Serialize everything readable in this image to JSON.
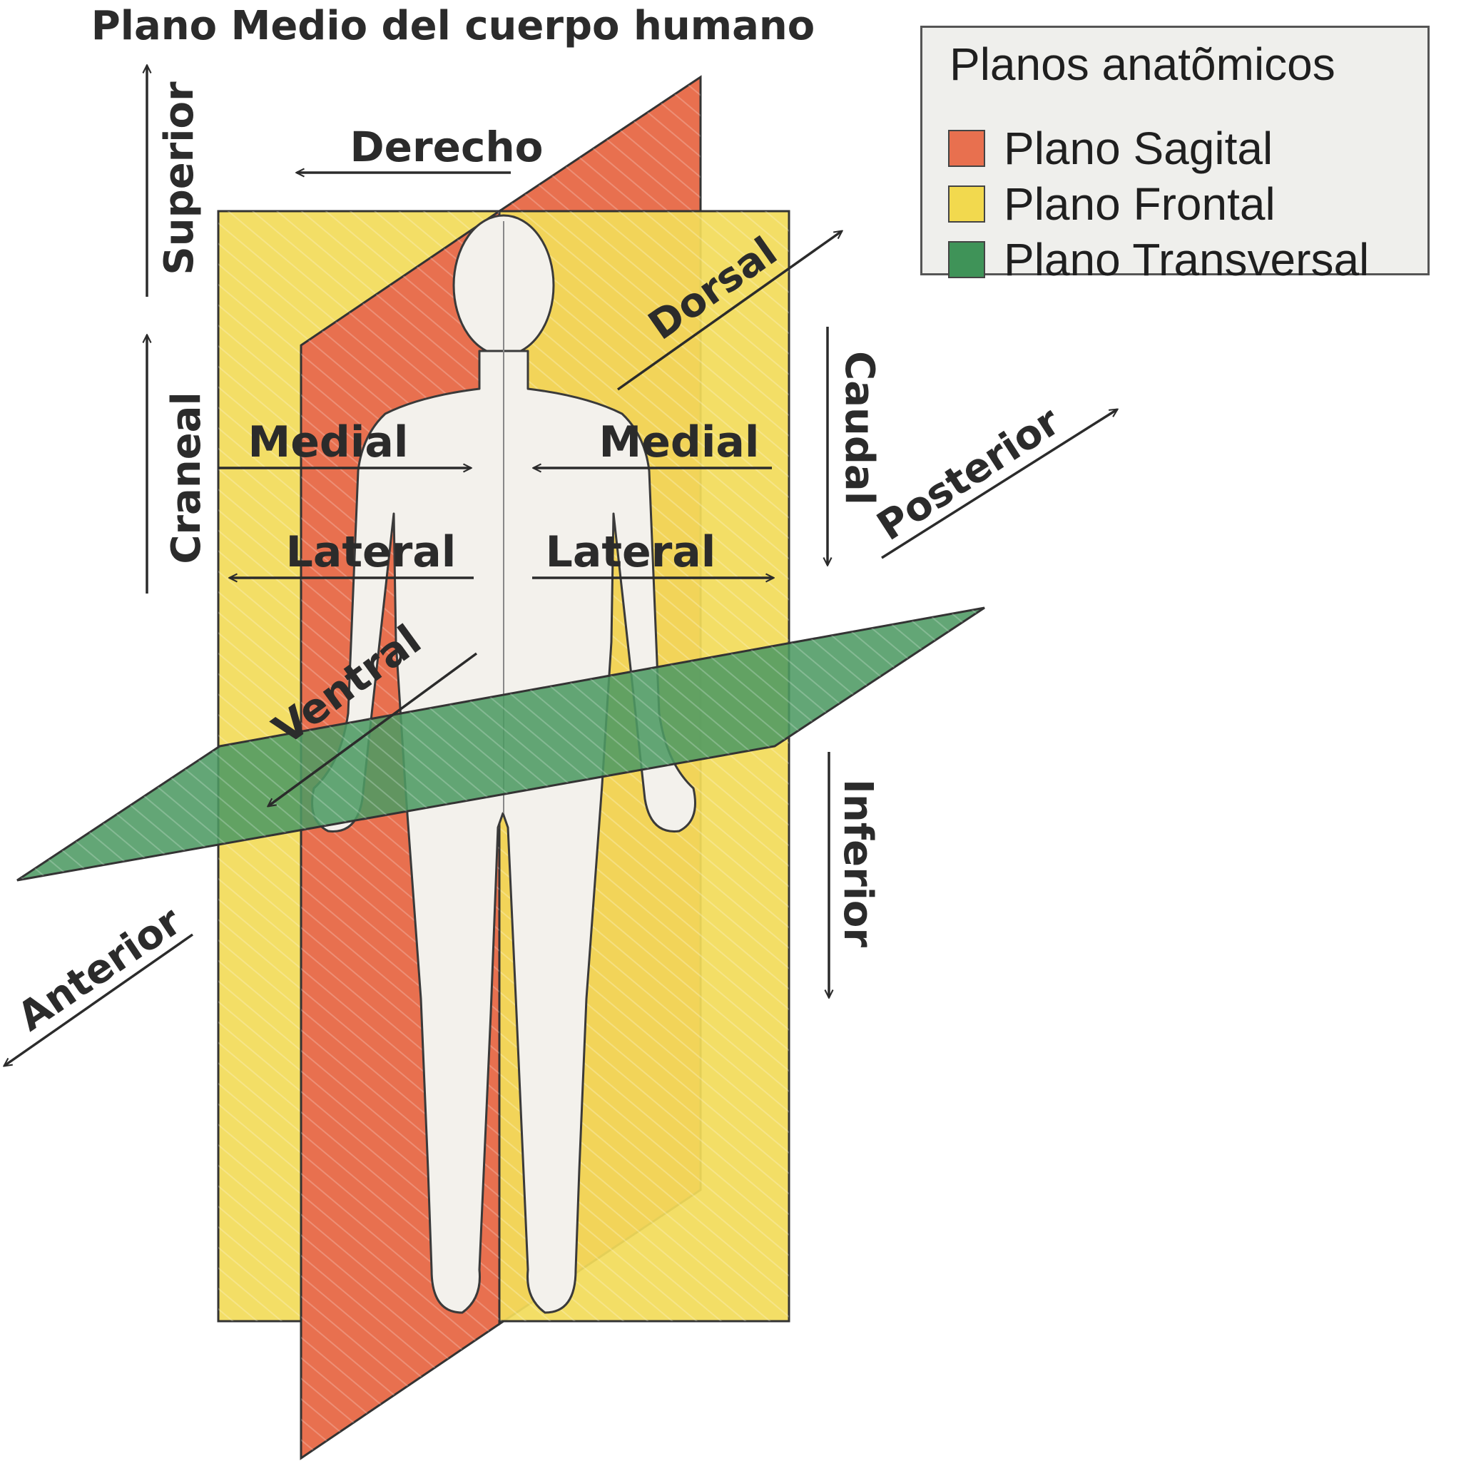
{
  "title": "Plano Medio del cuerpo humano",
  "legend": {
    "title": "Planos anatõmicos",
    "items": [
      {
        "label": "Plano Sagital",
        "color": "#e8704f"
      },
      {
        "label": "Plano Frontal",
        "color": "#f2d94e"
      },
      {
        "label": "Plano Transversal",
        "color": "#3f9358"
      }
    ]
  },
  "colors": {
    "sagittal": "#e8704f",
    "frontal": "#f2dc5a",
    "transverse": "#4d9a63",
    "figure": "#f3f1ec",
    "ink": "#2b2b2b"
  },
  "direction_labels": {
    "superior": "Superior",
    "derecho": "Derecho",
    "craneal": "Craneal",
    "dorsal": "Dorsal",
    "caudal": "Caudal",
    "posterior": "Posterior",
    "medial_left": "Medial",
    "medial_right": "Medial",
    "lateral_left": "Lateral",
    "lateral_right": "Lateral",
    "ventral": "Ventral",
    "inferior": "Inferior",
    "anterior": "Anterior"
  }
}
